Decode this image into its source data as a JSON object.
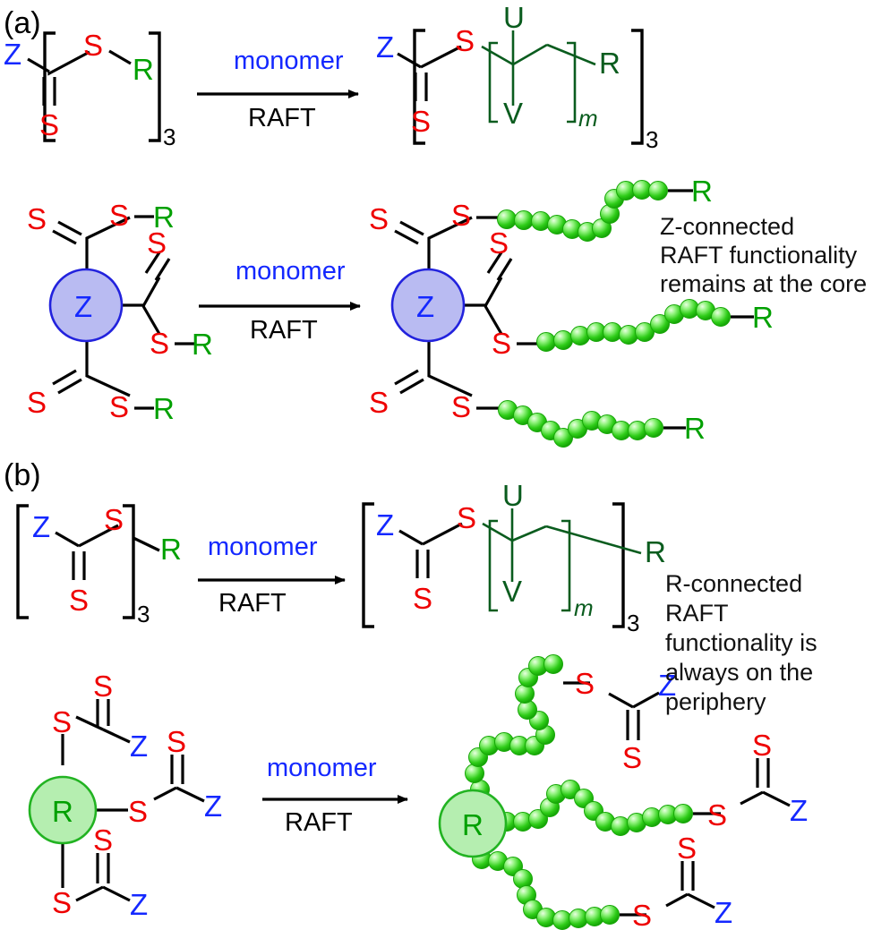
{
  "figure": {
    "title": "RAFT star polymer synthesis: Z-connected vs R-connected approaches",
    "panels": [
      {
        "id": "a",
        "label": "(a)",
        "approach": "Z-connected",
        "note": "Z-connected\nRAFT functionality\nremains at the core",
        "note_lines": [
          "Z-connected",
          "RAFT functionality",
          "remains at the core"
        ]
      },
      {
        "id": "b",
        "label": "(b)",
        "approach": "R-connected",
        "note_lines": [
          "R-connected",
          "RAFT",
          "functionality is",
          "always on the",
          "periphery"
        ]
      }
    ]
  },
  "labels": {
    "panel_a": "(a)",
    "panel_b": "(b)",
    "monomer": "monomer",
    "raft": "RAFT",
    "arm_count": "3",
    "repeat_index": "m",
    "S": "S",
    "Z": "Z",
    "R": "R",
    "U": "U",
    "V": "V"
  },
  "colors": {
    "sulfur": "#ee0000",
    "z_group": "#1428ff",
    "r_group": "#00a000",
    "polymer_green": "#33dd22",
    "polymer_dark_green": "#0a5c1e",
    "z_core_fill": "#b9bbf2",
    "z_core_stroke": "#2222dd",
    "r_core_fill": "#b5eeb0",
    "r_core_stroke": "#22b322",
    "bond_black": "#000000",
    "background": "#ffffff"
  },
  "panel_a": {
    "label": "(a)",
    "reaction_top": {
      "reactant_atoms": [
        "Z",
        "S",
        "S",
        "R"
      ],
      "reactant_subscript": "3",
      "condition_top": "monomer",
      "condition_bottom": "RAFT",
      "product_atoms": [
        "Z",
        "S",
        "S",
        "U",
        "V",
        "R"
      ],
      "product_repeat": "m",
      "product_subscript": "3"
    },
    "reaction_bottom": {
      "core_label": "Z",
      "arm_atoms": [
        "S",
        "S",
        "R"
      ],
      "arms": 3,
      "condition_top": "monomer",
      "condition_bottom": "RAFT",
      "product_core_label": "Z",
      "product_arm_end": "R"
    },
    "annotation": [
      "Z-connected",
      "RAFT functionality",
      "remains at the core"
    ]
  },
  "panel_b": {
    "label": "(b)",
    "reaction_top": {
      "reactant_atoms": [
        "Z",
        "S",
        "S",
        "R"
      ],
      "reactant_subscript": "3",
      "condition_top": "monomer",
      "condition_bottom": "RAFT",
      "product_atoms": [
        "Z",
        "S",
        "S",
        "U",
        "V",
        "R"
      ],
      "product_repeat": "m",
      "product_subscript": "3"
    },
    "reaction_bottom": {
      "core_label": "R",
      "arm_atoms": [
        "S",
        "S",
        "Z"
      ],
      "arms": 3,
      "condition_top": "monomer",
      "condition_bottom": "RAFT",
      "product_core_label": "R",
      "product_arm_end": "Z"
    },
    "annotation": [
      "R-connected",
      "RAFT",
      "functionality is",
      "always on the",
      "periphery"
    ]
  }
}
